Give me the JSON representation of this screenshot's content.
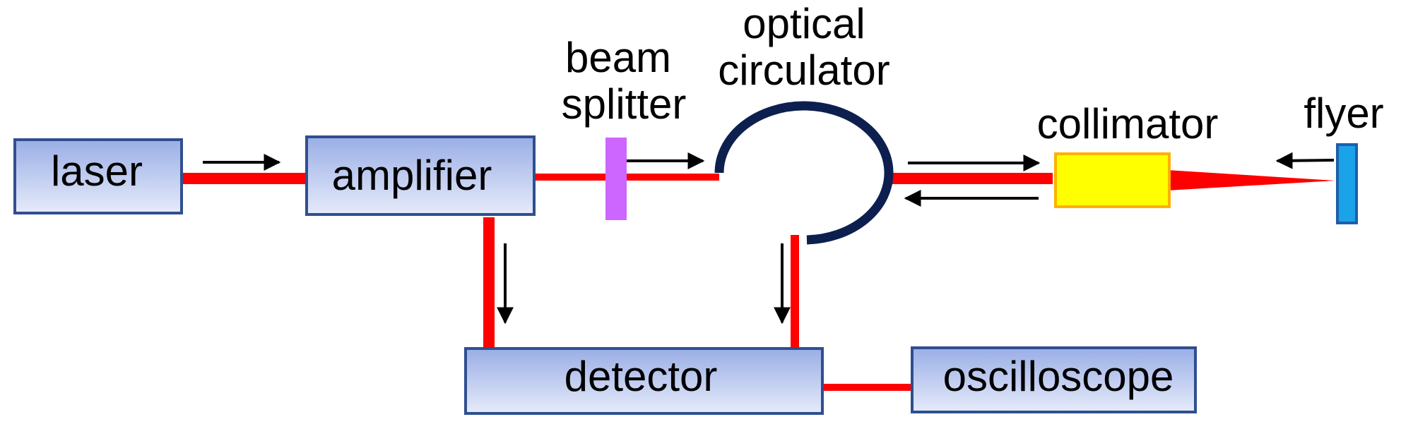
{
  "components": {
    "laser": "laser",
    "amplifier": "amplifier",
    "detector": "detector",
    "oscilloscope": "oscilloscope",
    "collimator": "collimator",
    "flyer": "flyer",
    "beam_splitter": [
      "beam",
      "splitter"
    ],
    "optical_circulator": [
      "optical",
      "circulator"
    ]
  },
  "colors": {
    "box_fill_top": "#9aaee6",
    "box_fill_bottom": "#e6ebfa",
    "box_stroke": "#2f4f8f",
    "beam": "#ff0000",
    "collimator_fill": "#ffff00",
    "collimator_stroke": "#ffb000",
    "beam_splitter": "#cc66ff",
    "flyer_fill": "#1aa3e8",
    "flyer_stroke": "#1f5fa8",
    "circulator": "#0d1f4f",
    "arrow": "#000000"
  }
}
